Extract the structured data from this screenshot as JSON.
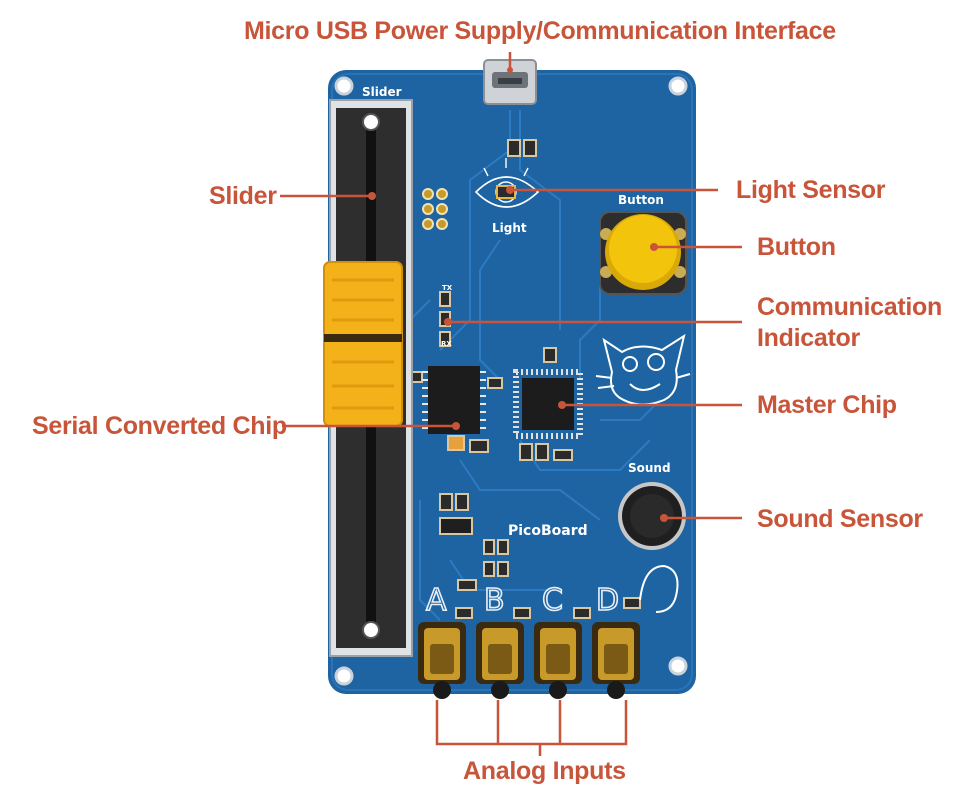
{
  "colors": {
    "board": "#1e64a3",
    "board_dark": "#16507f",
    "callout": "#c8553a",
    "slider_knob": "#f3b21a",
    "button_cap": "#f2c40c",
    "connector_gold": "#c89a2a"
  },
  "board": {
    "slider_label": "Slider",
    "button_label": "Button",
    "light_label": "Light",
    "sound_label": "Sound",
    "name_label": "PicoBoard",
    "tx_label": "TX",
    "rx_label": "RX",
    "ports": [
      "A",
      "B",
      "C",
      "D"
    ]
  },
  "callouts": {
    "usb": "Micro USB Power Supply/Communication Interface",
    "slider": "Slider",
    "light_sensor": "Light Sensor",
    "button": "Button",
    "comm_indicator_line1": "Communication",
    "comm_indicator_line2": "Indicator",
    "master_chip": "Master Chip",
    "serial_chip": "Serial Converted Chip",
    "sound_sensor": "Sound Sensor",
    "analog_inputs": "Analog Inputs"
  }
}
